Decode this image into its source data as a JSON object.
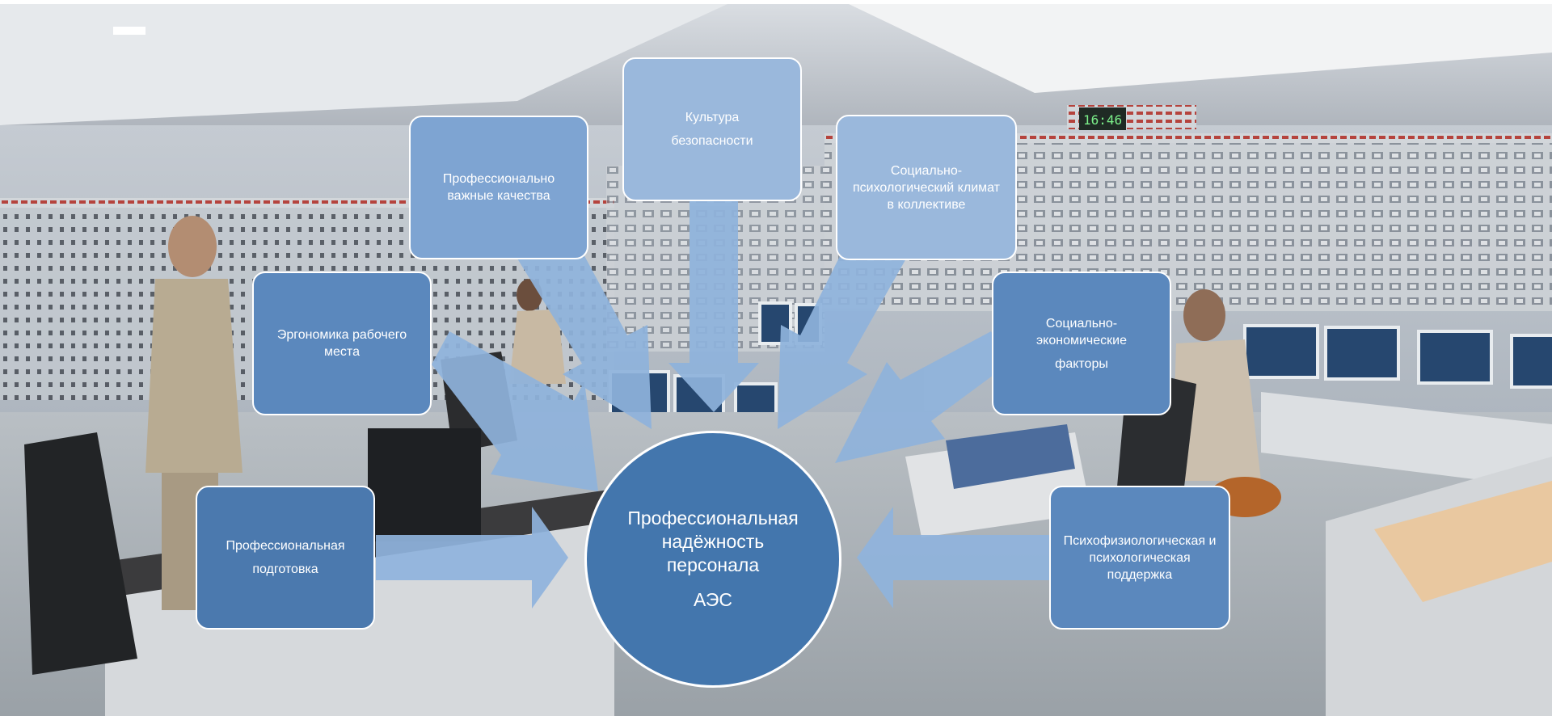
{
  "colors": {
    "hub": "#4376ad",
    "arrow": "#8fb3dc",
    "box_dark": "#4b79ae",
    "box_mid": "#5b88bd",
    "box_light": "#9ab8dc"
  },
  "hub": {
    "lines": [
      "Профессиональная",
      "надёжность",
      "персонала"
    ],
    "abbr": "АЭС"
  },
  "factors": {
    "culture": [
      "Культура",
      "безопасности"
    ],
    "qualities": [
      "Профессионально",
      "важные качества"
    ],
    "climate": [
      "Социально-",
      "психологический климат",
      "в коллективе"
    ],
    "ergonomics": [
      "Эргономика рабочего",
      "места"
    ],
    "economic": [
      "Социально-",
      "экономические",
      "факторы"
    ],
    "training": [
      "Профессиональная",
      "подготовка"
    ],
    "support": [
      "Психофизиологическая и",
      "психологическая",
      "поддержка"
    ]
  }
}
